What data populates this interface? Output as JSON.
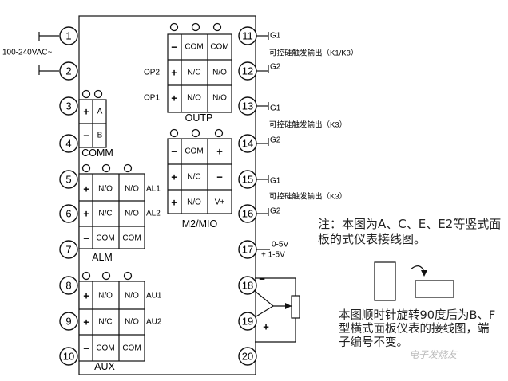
{
  "terminals": [
    "1",
    "2",
    "3",
    "4",
    "5",
    "6",
    "7",
    "8",
    "9",
    "10",
    "11",
    "12",
    "13",
    "14",
    "15",
    "16",
    "17",
    "18",
    "19",
    "20"
  ],
  "power_label": "100-240VAC~",
  "comm": {
    "title": "COMM",
    "a": "A",
    "b": "B",
    "plus": "+",
    "minus": "−"
  },
  "alm": {
    "title": "ALM",
    "row1": {
      "sign": "+",
      "nc": "N/O",
      "no": "N/O",
      "tag": "AL1"
    },
    "row2": {
      "sign": "+",
      "nc": "N/C",
      "no": "N/O",
      "tag": "AL2"
    },
    "row3": {
      "sign": "−",
      "c1": "COM",
      "c2": "COM"
    }
  },
  "aux": {
    "title": "AUX",
    "row1": {
      "sign": "+",
      "nc": "N/O",
      "no": "N/O",
      "tag": "AU1"
    },
    "row2": {
      "sign": "+",
      "nc": "N/C",
      "no": "N/O",
      "tag": "AU2"
    },
    "row3": {
      "sign": "−",
      "c1": "COM",
      "c2": "COM"
    }
  },
  "outp": {
    "title": "OUTP",
    "row1": {
      "sign": "−",
      "c1": "COM",
      "c2": "COM"
    },
    "row2": {
      "sign": "+",
      "nc": "N/C",
      "no": "N/O",
      "tag": "OP2"
    },
    "row3": {
      "sign": "+",
      "nc": "N/O",
      "no": "N/O",
      "tag": "OP1"
    }
  },
  "m2": {
    "title": "M2/MIO",
    "row1": {
      "sign": "−",
      "com": "COM",
      "plus": "+"
    },
    "row2": {
      "sign": "+",
      "nc": "N/C",
      "minus": "−"
    },
    "row3": {
      "sign": "+",
      "no": "N/O",
      "v": "V+"
    }
  },
  "right": {
    "g1": "G1",
    "g2": "G2",
    "scr1": "可控硅触发输出（K1/K3）",
    "scr2": "可控硅触发输出（K3）",
    "scr3": "可控硅触发输出（K3）",
    "v1": "0-5V",
    "v2": "+ 1-5V",
    "minus": "−",
    "plus": "+"
  },
  "notes": {
    "note1": "注：本图为A、C、E、E2等竖式面板的式仪表接线图。",
    "note2": "本图顺时针旋转90度后为B、F型横式面板仪表的接线图，端子编号不变。"
  },
  "watermark": "电子发烧友"
}
